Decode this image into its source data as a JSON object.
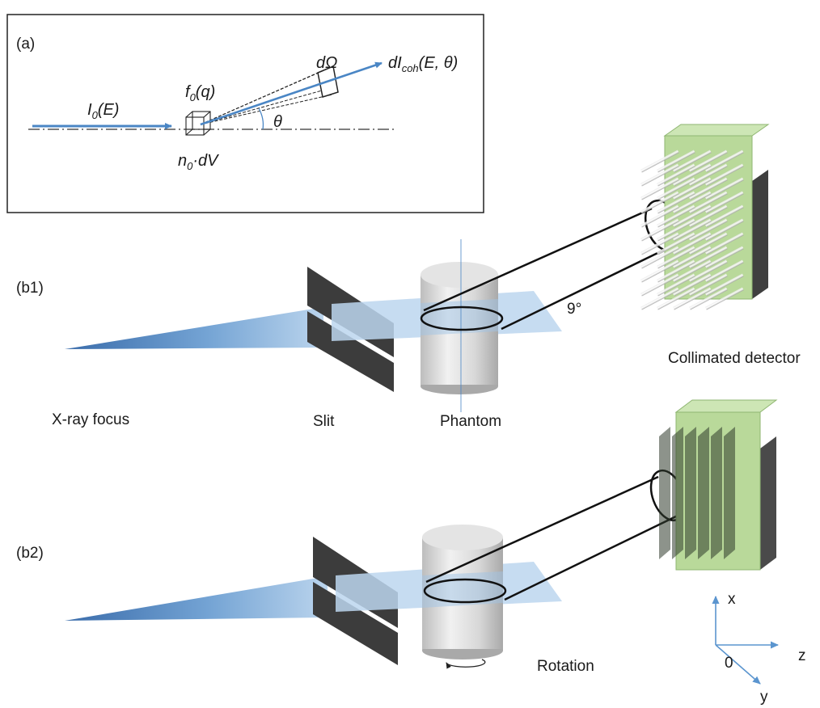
{
  "panel_a": {
    "label": "(a)",
    "incident": {
      "main": "I",
      "sub": "0",
      "rest": "(E)"
    },
    "form_factor": {
      "main": "f",
      "sub": "0",
      "rest": "(q)"
    },
    "solid_angle": "dΩ",
    "scattered": {
      "main": "dI",
      "sub": "coh",
      "rest": "(E, θ)"
    },
    "angle": "θ",
    "volume": {
      "main": "n",
      "sub": "0",
      "rest": "·dV"
    }
  },
  "panel_b1": {
    "label": "(b1)",
    "angle_text": "9°",
    "xray_focus": "X-ray focus",
    "slit": "Slit",
    "phantom": "Phantom",
    "detector": "Collimated detector"
  },
  "panel_b2": {
    "label": "(b2)",
    "rotation": "Rotation"
  },
  "axes": {
    "x": "x",
    "z": "z",
    "y": "y",
    "origin": "0"
  },
  "colors": {
    "beam": "#4a86c5",
    "beam_light": "#bcd6ee",
    "detector_green": "#b9d99a",
    "slit_dark": "#3c3c3c",
    "axis_blue": "#5b95cf"
  }
}
